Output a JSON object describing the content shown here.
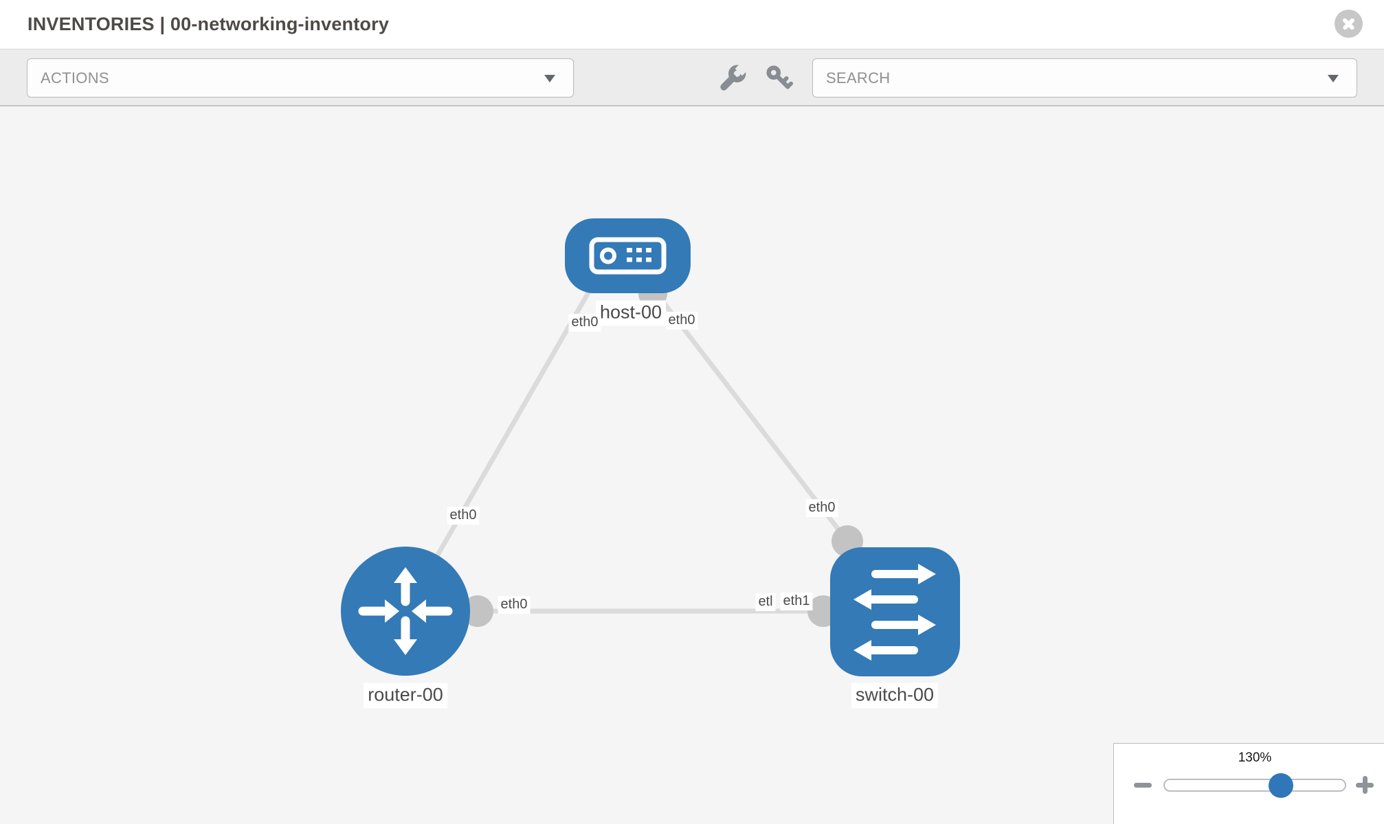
{
  "header": {
    "title": "INVENTORIES | 00-networking-inventory"
  },
  "toolbar": {
    "actions_label": "ACTIONS",
    "search_label": "SEARCH",
    "icons": [
      "wrench-icon",
      "key-icon"
    ]
  },
  "topology": {
    "nodes": [
      {
        "type": "host",
        "label": "host-00"
      },
      {
        "type": "router",
        "label": "router-00"
      },
      {
        "type": "switch",
        "label": "switch-00"
      }
    ],
    "links": [
      {
        "from": "host-00",
        "to": "router-00",
        "from_interface": "eth0",
        "to_interface": "eth0"
      },
      {
        "from": "host-00",
        "to": "switch-00",
        "from_interface": "eth0",
        "to_interface": "eth0"
      },
      {
        "from": "router-00",
        "to": "switch-00",
        "from_interface": "eth0",
        "to_interface": "eth1"
      }
    ],
    "interface_labels": [
      "eth0",
      "eth0",
      "eth0",
      "eth0",
      "eth0",
      "etl",
      "eth1"
    ]
  },
  "zoom_control": {
    "level": "130%"
  },
  "colors": {
    "node_fill": "#337ab7",
    "link": "#dbdbdb",
    "port": "#c3c3c3",
    "slider_thumb": "#2f77b8",
    "toolbar_bg": "#ececec",
    "canvas_bg": "#f5f5f5"
  }
}
